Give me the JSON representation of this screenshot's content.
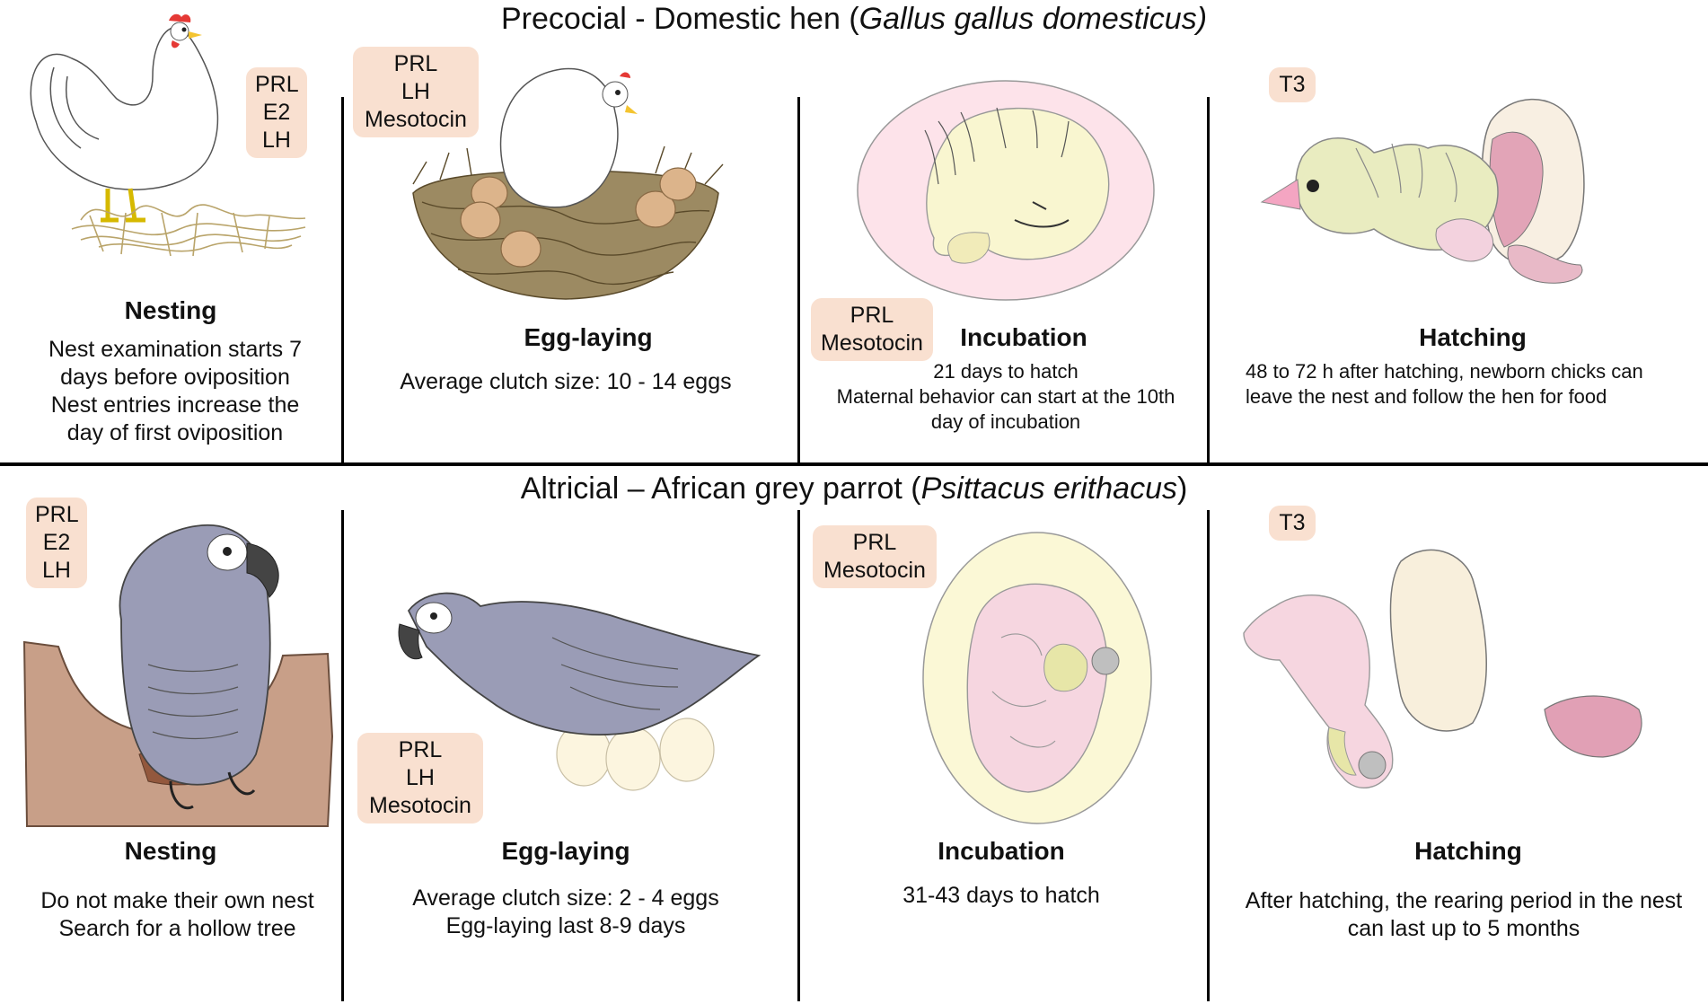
{
  "top": {
    "title_prefix": "Precocial - Domestic hen (",
    "title_italic": "Gallus gallus domesticus)",
    "panels": [
      {
        "stage": "Nesting",
        "hormones": [
          "PRL",
          "E2",
          "LH"
        ],
        "desc": [
          "Nest examination starts 7",
          "days before oviposition",
          "Nest entries increase the",
          "day of first oviposition"
        ]
      },
      {
        "stage": "Egg-laying",
        "hormones": [
          "PRL",
          "LH",
          "Mesotocin"
        ],
        "desc": [
          "Average clutch size: 10 - 14 eggs"
        ]
      },
      {
        "stage": "Incubation",
        "hormones": [
          "PRL",
          "Mesotocin"
        ],
        "desc": [
          "21 days to hatch",
          "Maternal behavior can start at the 10th",
          "day of incubation"
        ]
      },
      {
        "stage": "Hatching",
        "hormones": [
          "T3"
        ],
        "desc": [
          "48 to 72 h after hatching, newborn chicks can",
          "leave the nest and follow the hen for food"
        ]
      }
    ]
  },
  "bottom": {
    "title_prefix": "Altricial – African grey parrot (",
    "title_italic": "Psittacus erithacus",
    "title_suffix": ")",
    "panels": [
      {
        "stage": "Nesting",
        "hormones": [
          "PRL",
          "E2",
          "LH"
        ],
        "desc": [
          "Do not make their own nest",
          "Search for a hollow tree"
        ]
      },
      {
        "stage": "Egg-laying",
        "hormones": [
          "PRL",
          "LH",
          "Mesotocin"
        ],
        "desc": [
          "Average clutch size: 2 - 4 eggs",
          "Egg-laying last 8-9 days"
        ]
      },
      {
        "stage": "Incubation",
        "hormones": [
          "PRL",
          "Mesotocin"
        ],
        "desc": [
          "31-43 days to hatch"
        ]
      },
      {
        "stage": "Hatching",
        "hormones": [
          "T3"
        ],
        "desc": [
          "After hatching, the rearing period in the nest",
          "can last up to 5 months"
        ]
      }
    ]
  },
  "colors": {
    "hormone_box": "#f9e0d0",
    "divider": "#000000",
    "parrot_grey": "#9a9cb6",
    "nest_brown": "#c89f88",
    "egg_tan": "#dcb48b",
    "chick_yellow": "#e9ecc0",
    "embryo_pink": "#f6d6e0",
    "egg_cream": "#fcf5df"
  },
  "icons": [
    "hen-icon",
    "nest-icon",
    "chick-embryo-icon",
    "hatching-chick-icon",
    "parrot-icon",
    "hollow-tree-nest-icon",
    "parrot-embryo-icon",
    "hatchling-parrot-icon"
  ]
}
